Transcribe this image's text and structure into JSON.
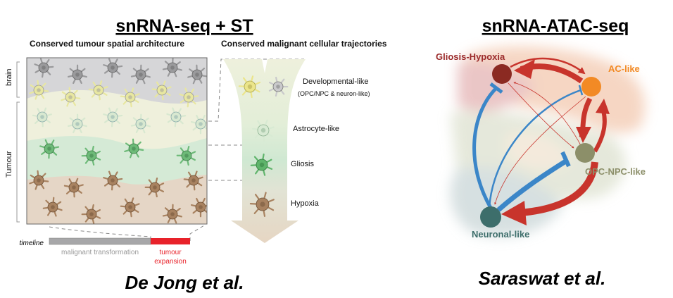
{
  "left": {
    "title": "snRNA-seq + ST",
    "subtitle_spatial": "Conserved tumour spatial architecture",
    "subtitle_trajectories": "Conserved malignant cellular trajectories",
    "region_brain": "brain",
    "region_tumour": "Tumour",
    "states": [
      {
        "label": "Developmental-like",
        "sublabel": "(OPC/NPC & neuron-like)"
      },
      {
        "label": "Astrocyte-like"
      },
      {
        "label": "Gliosis"
      },
      {
        "label": "Hypoxia"
      }
    ],
    "timeline": {
      "label": "timeline",
      "phase1": "malignant transformation",
      "phase2_line1": "tumour",
      "phase2_line2": "expansion",
      "phase1_color": "#a7a7a9",
      "phase2_color": "#e8222a"
    },
    "author": "De Jong et al."
  },
  "right": {
    "title": "snRNA-ATAC-seq",
    "nodes": [
      {
        "label": "Gliosis-Hypoxia",
        "color": "#8b2a22",
        "label_color": "#9b2a2a"
      },
      {
        "label": "AC-like",
        "color": "#f28a25",
        "label_color": "#f28a25"
      },
      {
        "label": "OPC-NPC-like",
        "color": "#8c8f69",
        "label_color": "#8c8f69"
      },
      {
        "label": "Neuronal-like",
        "color": "#3d6e6b",
        "label_color": "#3d6e6b"
      }
    ],
    "activation_color": "#c8342c",
    "repression_color": "#3b86c8",
    "author": "Saraswat et al."
  }
}
